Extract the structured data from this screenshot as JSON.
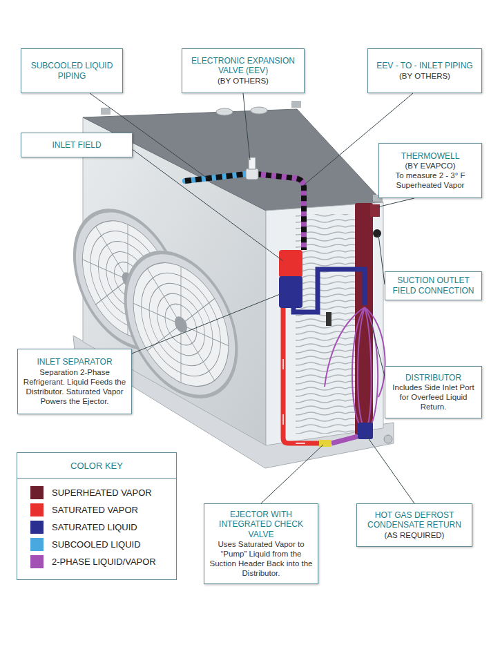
{
  "diagram": {
    "nodes": [
      {
        "text": [
          "SUBCOOLED LIQUID PIPING"
        ]
      },
      {
        "text": [
          "ELECTRONIC EXPANSION VALVE (EEV)",
          "(BY OTHERS)"
        ]
      },
      {
        "text": [
          "EEV - TO - INLET PIPING",
          "(BY OTHERS)"
        ]
      },
      {
        "text": [
          "INLET FIELD"
        ]
      },
      {
        "text": [
          "THERMOWELL",
          "(BY EVAPCO)",
          "To measure 2 - 3° F Superheated Vapor"
        ]
      },
      {
        "text": [
          "SUCTION OUTLET FIELD CONNECTION"
        ]
      },
      {
        "text": [
          "INLET SEPARATOR",
          "Separation 2-Phase Refrigerant. Liquid Feeds the Distributor. Saturated Vapor Powers the Ejector."
        ]
      },
      {
        "text": [
          "DISTRIBUTOR",
          "Includes Side Inlet Port for Overfeed Liquid Return."
        ]
      },
      {
        "text": [
          "EJECTOR WITH INTEGRATED CHECK VALVE",
          "Uses Saturated Vapor to “Pump” Liquid from the Suction Header Back into the Distributor."
        ]
      },
      {
        "text": [
          "HOT GAS DEFROST CONDENSATE RETURN",
          "(AS REQUIRED)"
        ]
      }
    ],
    "labels": [
      "COLOR KEY"
    ],
    "legend": [
      {
        "text": "SUPERHEATED VAPOR",
        "color": "#6e1f2d"
      },
      {
        "text": "SATURATED VAPOR",
        "color": "#e8302f"
      },
      {
        "text": "SATURATED LIQUID",
        "color": "#2b2f8f"
      },
      {
        "text": "SUBCOOLED LIQUID",
        "color": "#4aa8e0"
      },
      {
        "text": "2-PHASE LIQUID/VAPOR",
        "color": "#a351b5"
      }
    ]
  }
}
